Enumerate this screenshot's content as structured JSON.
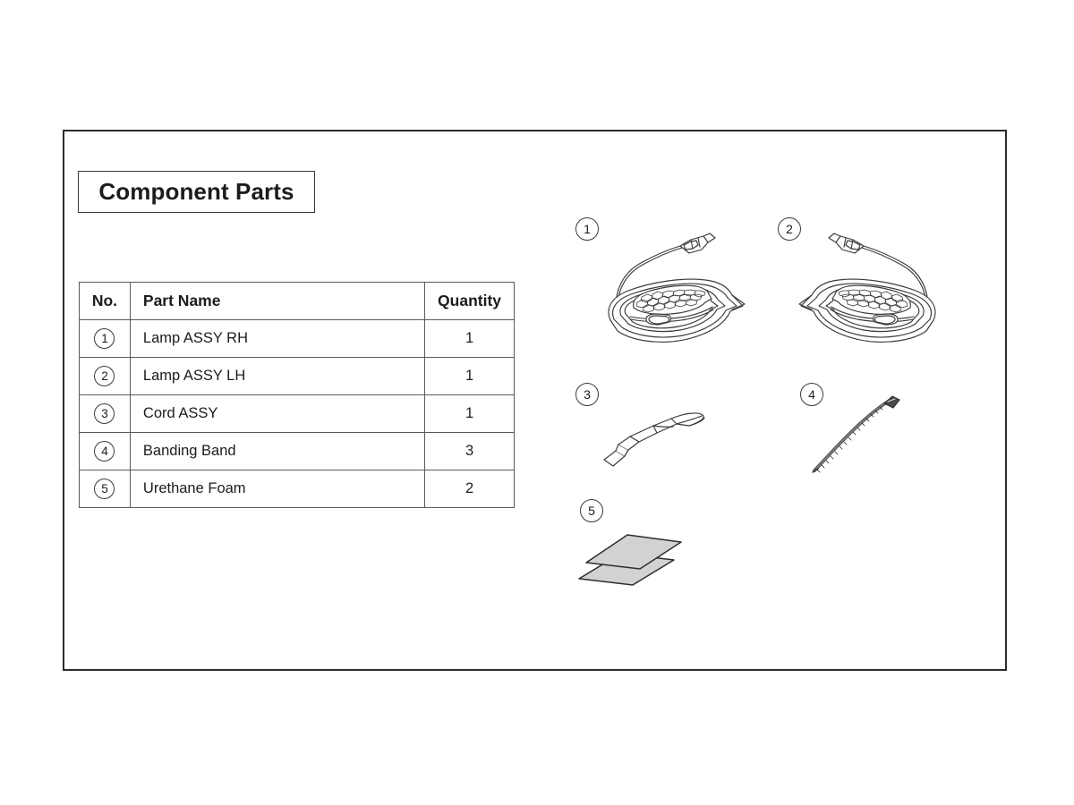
{
  "document": {
    "title": "Component Parts"
  },
  "table": {
    "headers": {
      "no": "No.",
      "part_name": "Part Name",
      "quantity": "Quantity"
    },
    "rows": [
      {
        "no": "1",
        "no_symbol": "①",
        "part_name": "Lamp ASSY RH",
        "quantity": "1"
      },
      {
        "no": "2",
        "no_symbol": "②",
        "part_name": "Lamp ASSY LH",
        "quantity": "1"
      },
      {
        "no": "3",
        "no_symbol": "③",
        "part_name": "Cord ASSY",
        "quantity": "1"
      },
      {
        "no": "4",
        "no_symbol": "④",
        "part_name": "Banding Band",
        "quantity": "3"
      },
      {
        "no": "5",
        "no_symbol": "⑤",
        "part_name": "Urethane Foam",
        "quantity": "2"
      }
    ]
  },
  "illustrations": [
    {
      "id": "1",
      "label": "1",
      "part_name": "Lamp ASSY RH",
      "icon": "fog-lamp-assembly-rh-illustration"
    },
    {
      "id": "2",
      "label": "2",
      "part_name": "Lamp ASSY LH",
      "icon": "fog-lamp-assembly-lh-illustration"
    },
    {
      "id": "3",
      "label": "3",
      "part_name": "Cord ASSY",
      "icon": "cord-assembly-illustration"
    },
    {
      "id": "4",
      "label": "4",
      "part_name": "Banding Band",
      "icon": "banding-band-illustration"
    },
    {
      "id": "5",
      "label": "5",
      "part_name": "Urethane Foam",
      "icon": "urethane-foam-illustration"
    }
  ],
  "colors": {
    "frame": "#2b2b2b",
    "line_art": "#3a3a3a",
    "text": "#1c1c1c",
    "foam_fill": "#d2d2d2",
    "background": "#ffffff"
  }
}
